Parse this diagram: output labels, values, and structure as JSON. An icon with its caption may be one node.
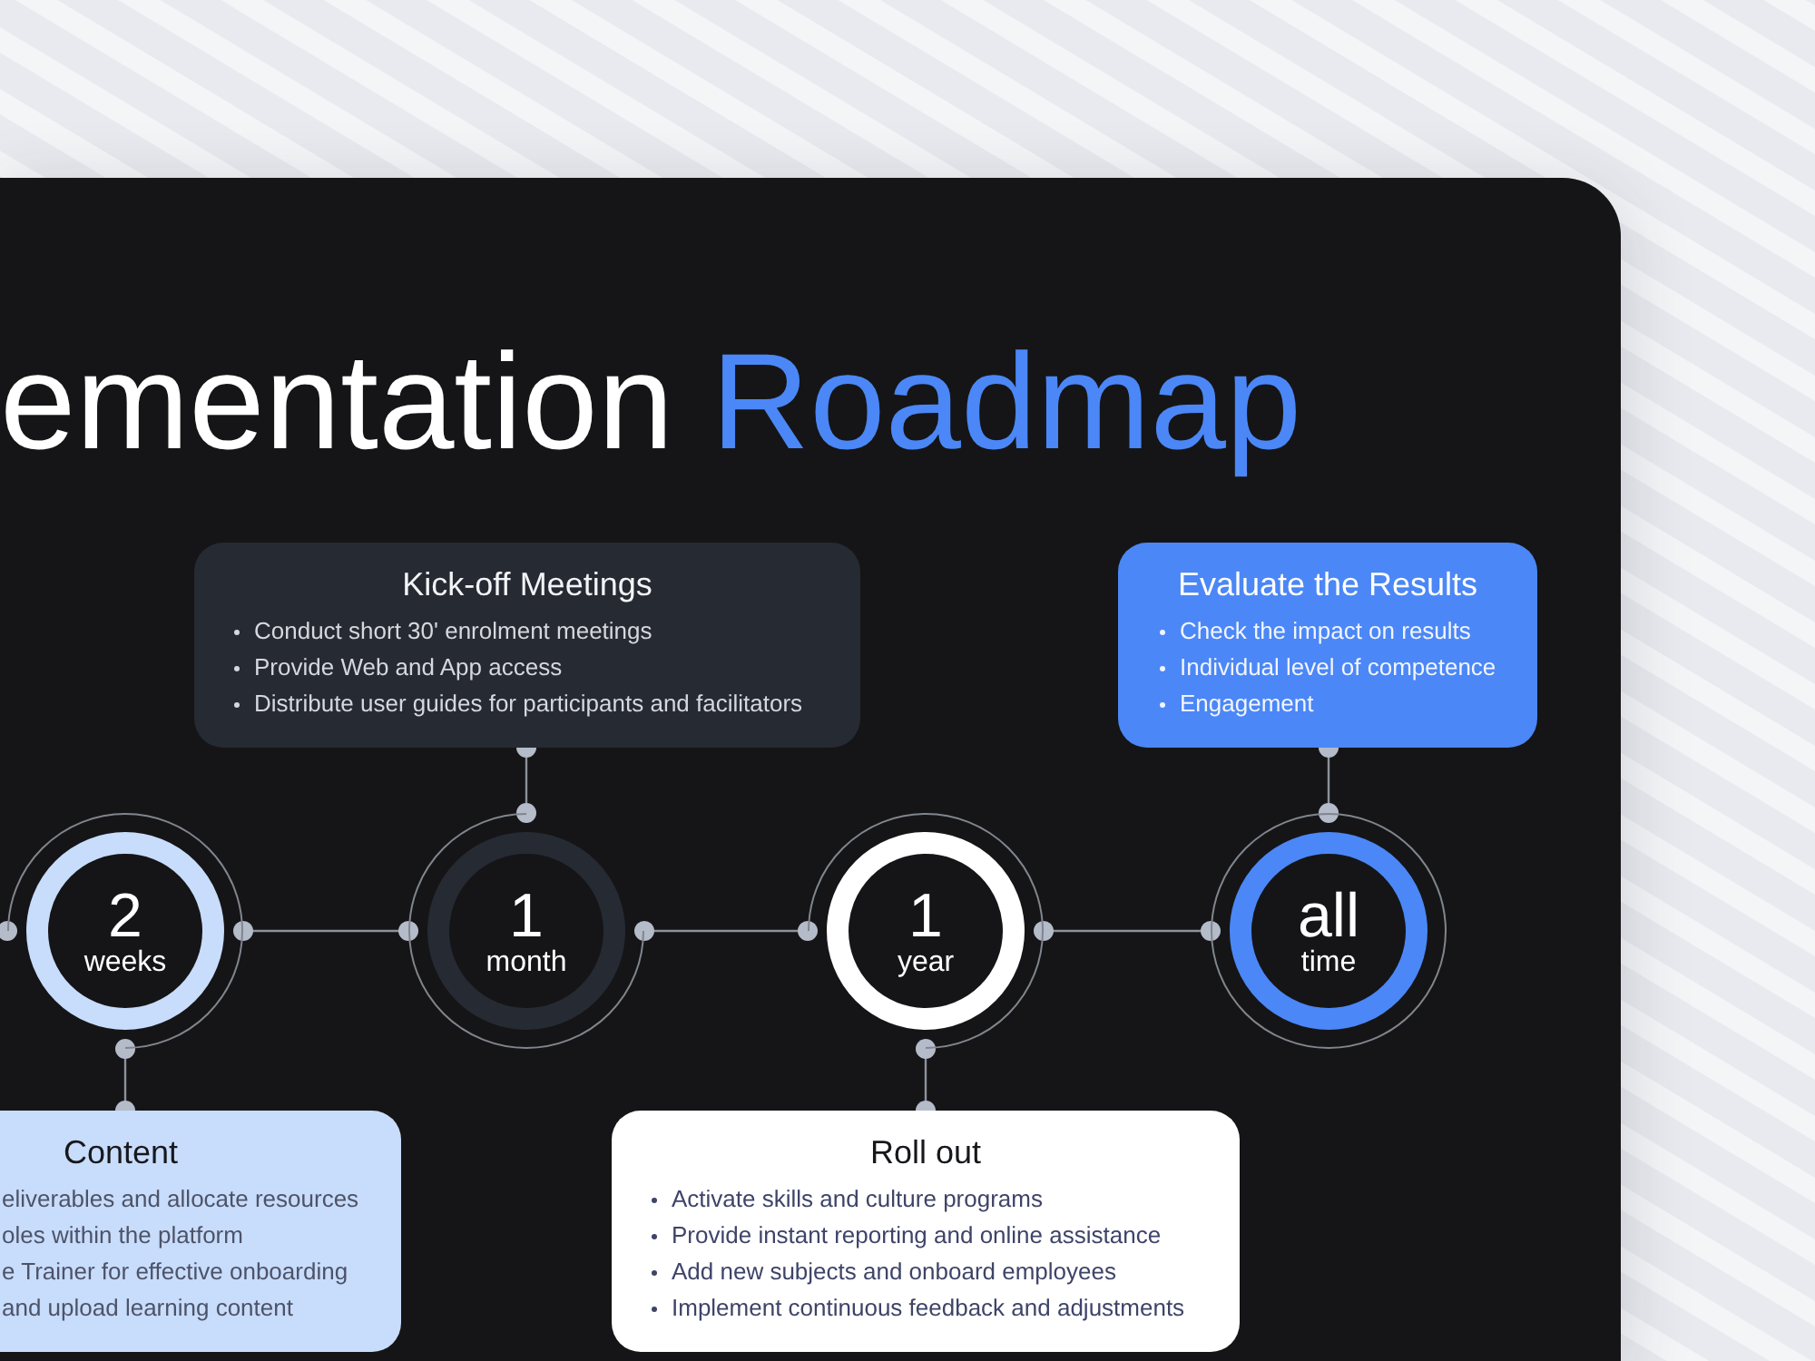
{
  "diagram": {
    "title": "ementation Roadmap",
    "nodes": [
      {
        "text": [
          "Kick-off Meetings",
          "Conduct short 30' enrolment meetings",
          "Provide Web and App access",
          "Distribute user guides for participants and facilitators"
        ]
      },
      {
        "text": [
          "Evaluate the Results",
          "Check the impact on results",
          "Individual level of competence",
          "Engagement"
        ]
      },
      {
        "text": [
          "2",
          "weeks"
        ]
      },
      {
        "text": [
          "1",
          "month"
        ]
      },
      {
        "text": [
          "1",
          "year"
        ]
      },
      {
        "text": [
          "all",
          "time"
        ]
      },
      {
        "text": [
          "Content",
          "eliverables and allocate resources",
          "oles within the platform",
          "e Trainer for effective onboarding",
          "and upload learning content"
        ]
      },
      {
        "text": [
          "Roll out",
          "Activate skills and culture programs",
          "Provide instant reporting and online assistance",
          "Add new subjects and onboard employees",
          "Implement continuous feedback and adjustments"
        ]
      }
    ],
    "edges": [
      {
        "from": null,
        "to": 2,
        "arrow": "other"
      },
      {
        "from": 2,
        "to": 3,
        "arrow": "other"
      },
      {
        "from": 3,
        "to": 4,
        "arrow": "other"
      },
      {
        "from": 4,
        "to": 5,
        "arrow": "other"
      },
      {
        "from": 0,
        "to": 3,
        "arrow": "other"
      },
      {
        "from": 1,
        "to": 5,
        "arrow": "other"
      },
      {
        "from": 2,
        "to": 6,
        "arrow": "other"
      },
      {
        "from": 4,
        "to": 7,
        "arrow": "other"
      }
    ]
  }
}
